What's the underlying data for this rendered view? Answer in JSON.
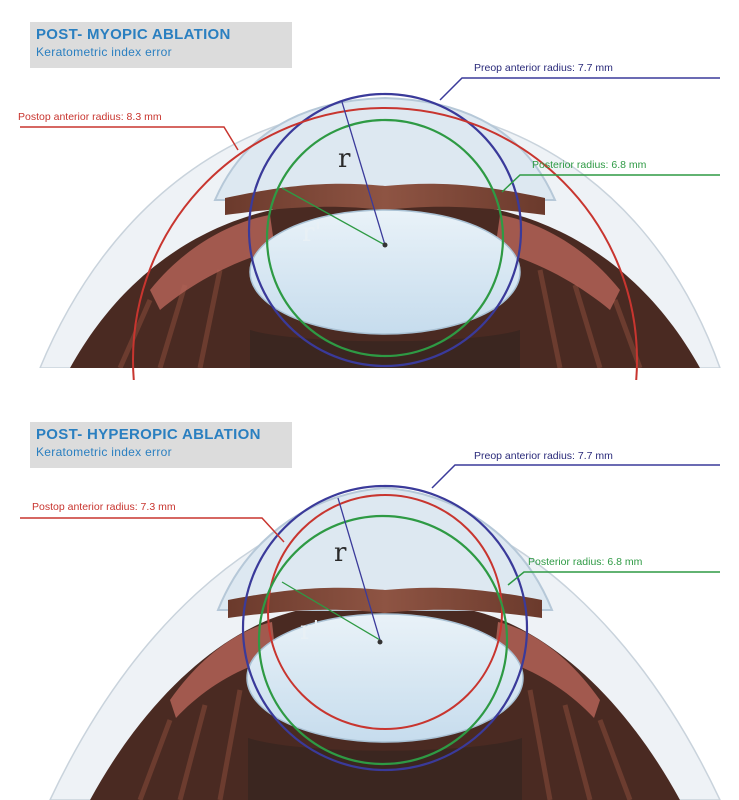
{
  "colors": {
    "title_blue": "#2a7fc0",
    "preop_blue": "#3a3a9a",
    "postop_red": "#c8352f",
    "posterior_green": "#2e9a44",
    "title_box": "#dcdcdc"
  },
  "panels": [
    {
      "title": "POST- MYOPIC ABLATION",
      "subtitle": "Keratometric index error",
      "preop_label": "Preop anterior radius: 7.7 mm",
      "postop_label": "Postop anterior radius: 8.3 mm",
      "posterior_label": "Posterior radius: 6.8 mm",
      "r_label": "r",
      "r_prime_label": "r'"
    },
    {
      "title": "POST- HYPEROPIC ABLATION",
      "subtitle": "Keratometric index error",
      "preop_label": "Preop anterior radius: 7.7 mm",
      "postop_label": "Postop anterior radius: 7.3 mm",
      "posterior_label": "Posterior radius: 6.8 mm",
      "r_label": "r",
      "r_prime_label": "r'"
    }
  ]
}
